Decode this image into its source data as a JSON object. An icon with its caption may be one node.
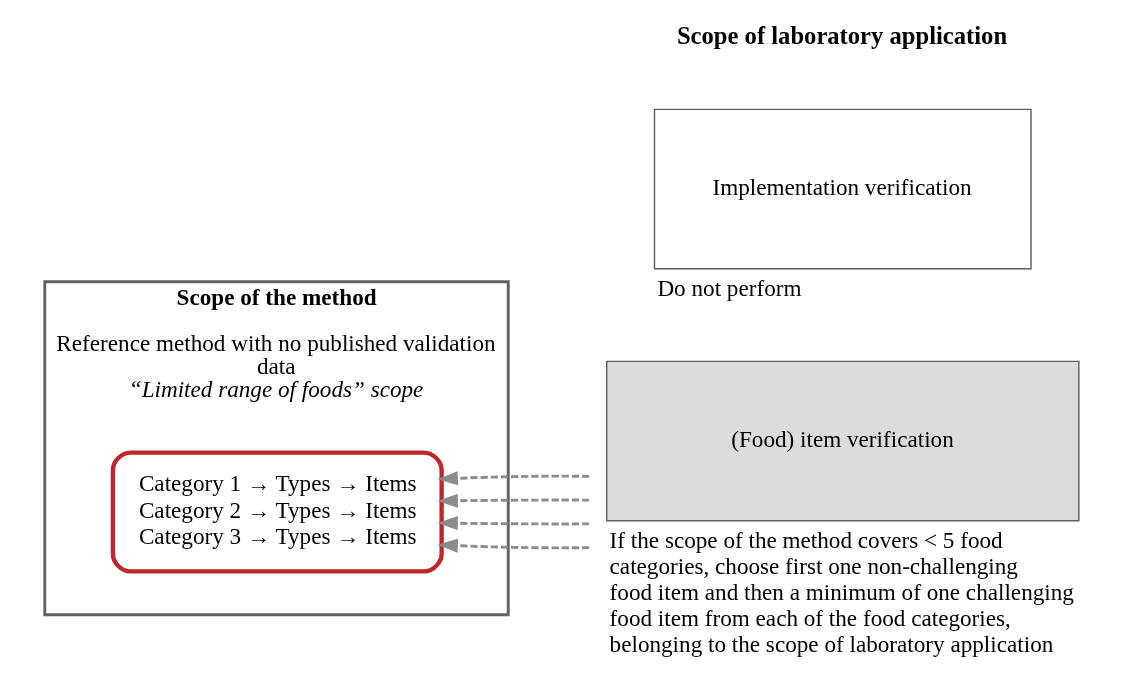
{
  "diagram": {
    "nodes": [
      {
        "text": [
          "Scope of the method",
          "Reference method with no published validation data",
          "“Limited range of foods” scope"
        ]
      },
      {
        "text": [
          "Category 1 → Types → Items",
          "Category 2 → Types → Items",
          "Category 3 → Types → Items"
        ],
        "in": 0
      },
      {
        "text": [
          "Implementation verification"
        ],
        "beside": [
          "Do not perform"
        ]
      },
      {
        "text": [
          "(Food) item verification"
        ],
        "beside": [
          "If the scope of the method covers < 5 food categories, choose first one non-challenging food item and then a minimum of one challenging food item from each of the food categories, belonging to the scope of laboratory application"
        ]
      }
    ],
    "edges": [
      {
        "from": 3,
        "to": 1,
        "arrow": "to",
        "style": "dashed",
        "color": "#8c8c8c"
      },
      {
        "from": 3,
        "to": 1,
        "arrow": "to",
        "style": "dashed",
        "color": "#8c8c8c"
      },
      {
        "from": 3,
        "to": 1,
        "arrow": "to",
        "style": "dashed",
        "color": "#8c8c8c"
      },
      {
        "from": 3,
        "to": 1,
        "arrow": "to",
        "style": "dashed",
        "color": "#8c8c8c"
      }
    ],
    "labels": [
      "Scope of laboratory application"
    ]
  }
}
